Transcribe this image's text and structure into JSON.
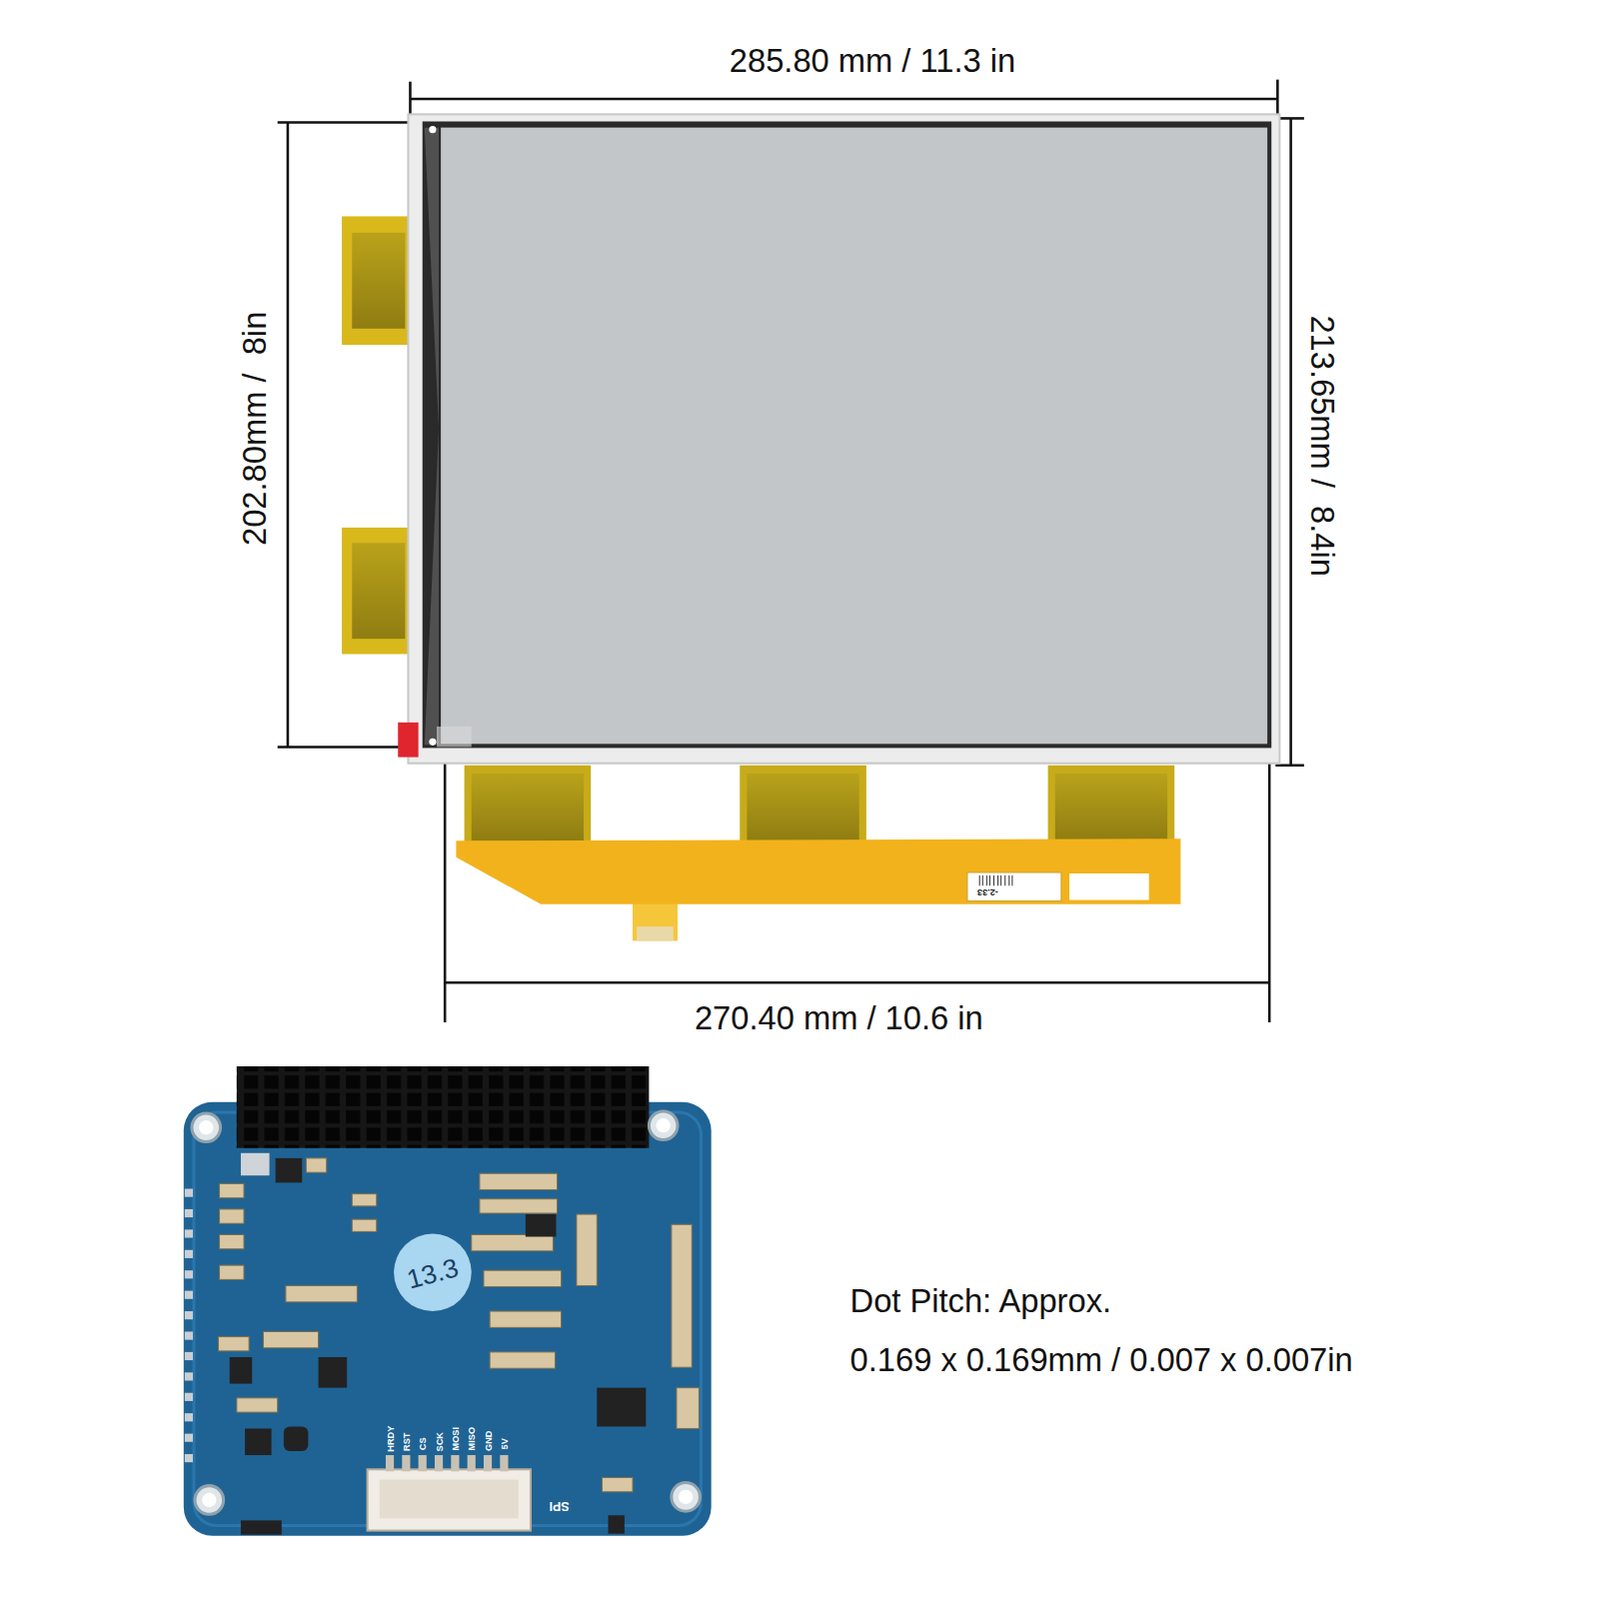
{
  "diagram": {
    "labels": [
      "285.80 mm / 11.3 in",
      "202.80mm /  8in",
      "213.65mm /  8.4in",
      "270.40 mm / 10.6 in",
      "-2.33",
      "13.3",
      "HRDY",
      "RST",
      "CS",
      "SCK",
      "MOSI",
      "MISO",
      "GND",
      "5V",
      "SPI",
      "Dot Pitch: Approx.",
      "0.169 x 0.169mm / 0.007 x 0.007in"
    ]
  }
}
